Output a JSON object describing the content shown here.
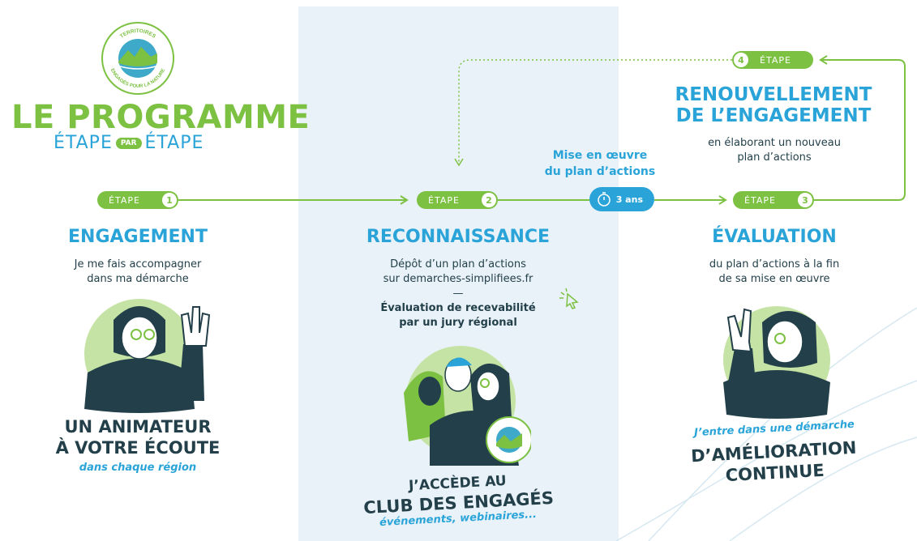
{
  "logo": {
    "arc_top": "TERRITOIRES",
    "arc_bottom": "ENGAGÉS POUR LA NATURE"
  },
  "programme": {
    "title": "LE PROGRAMME",
    "etape_left": "ÉTAPE",
    "par": "PAR",
    "etape_right": "ÉTAPE"
  },
  "pill_word": "ÉTAPE",
  "steps": [
    {
      "num": "1",
      "title": "ENGAGEMENT",
      "line1": "Je me fais accompagner",
      "line2": "dans ma démarche",
      "big1": "UN ANIMATEUR",
      "big2": "À VOTRE ÉCOUTE",
      "sub": "dans chaque région"
    },
    {
      "num": "2",
      "title": "RECONNAISSANCE",
      "line1": "Dépôt d’un plan d’actions",
      "line2": "sur demarches-simplifiees.fr",
      "dash": "—",
      "line3": "Évaluation de recevabilité",
      "line4": "par un jury régional",
      "big1": "J’ACCÈDE AU",
      "big2": "CLUB DES ENGAGÉS",
      "sub": "événements, webinaires..."
    },
    {
      "num": "3",
      "title": "ÉVALUATION",
      "line1": "du plan d’actions à la fin",
      "line2": "de sa mise en œuvre",
      "sub": "J’entre dans une démarche",
      "big1": "D’AMÉLIORATION",
      "big2": "CONTINUE"
    },
    {
      "num": "4",
      "title1": "RENOUVELLEMENT",
      "title2": "DE L’ENGAGEMENT",
      "line1": "en élaborant un nouveau",
      "line2": "plan d’actions"
    }
  ],
  "mise": {
    "line1": "Mise en œuvre",
    "line2": "du plan d’actions"
  },
  "timer": {
    "label": "3 ans",
    "icon": "stopwatch-icon"
  },
  "colors": {
    "green": "#7cc142",
    "blue": "#2aa4d8",
    "dark": "#23404a",
    "panel": "#e9f2f8"
  }
}
